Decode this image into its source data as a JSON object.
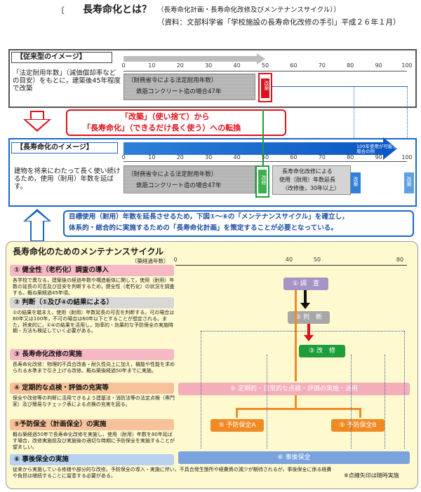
{
  "title": {
    "bracket_open": "〔",
    "main": "長寿命化とは？",
    "sub": "（長寿命化計画・長寿命化改修及びメンテナンスサイクル）〕",
    "source": "（資料：文部科学省「学校施設の長寿命化改修の手引」平成２６年１月）"
  },
  "axis_ticks": [
    "0",
    "10",
    "20",
    "30",
    "40",
    "50",
    "60",
    "70",
    "80",
    "90",
    "100"
  ],
  "old": {
    "heading": "【従来型のイメージ】",
    "desc": "「法定耐用年数」（減価償却率などの目安）をもとに，建築後45年程度で改築",
    "bar_line1": "〔財務省令による法定耐用年数〕",
    "bar_line2": "鉄筋コンクリート造の場合47年",
    "kaichiku": "改築"
  },
  "transition": {
    "line1": "「改築」（使い捨て）から",
    "line2": "「長寿命化」（できるだけ長く使う）への転換"
  },
  "new": {
    "heading": "【長寿命化のイメージ】",
    "desc": "建物を将来にわたって長く使い続けるため，使用（耐用）年数を延ばす。",
    "bar_line1": "〔財務省令による法定耐用年数〕",
    "bar_line2": "鉄筋コンクリート造の場合47年",
    "kaishu": "改修",
    "ext_line1": "長寿命化改修による",
    "ext_line2": "使用（耐用）年数延長",
    "ext_line3": "（改修後，30年以上）",
    "target": "100年使用が可能な場合の例",
    "kaichiku": "改築"
  },
  "goal": {
    "line1": "目標使用（耐用）年数を延長させるため，下図①～⑥の「メンテナンスサイクル」を確立し，",
    "line2": "体系的・総合的に実施するための「長寿命化計画」を策定することが必要となっている。"
  },
  "cycle": {
    "title": "長寿命化のためのメンテナンスサイクル",
    "axis_label": "〔築経過年数〕",
    "ticks": [
      "0",
      "40",
      "50",
      "80"
    ],
    "items": [
      {
        "head": "① 健全性（老朽化）調査の導入",
        "body": "各学校で異なる，建築後の経過年数や構造躯体に関して，使用（耐用）年数の延長の可否及び目安を判断するため，健全性（老朽化）の状況を調査する。概ね築経過45年頃。"
      },
      {
        "head": "② 判断（①及び④の結果による）",
        "body": "①の結果を踏まえ，使用（耐用）年数延長の可否を判断する。可の場合は80年又は100年，不可の場合は60年以下とすることが想定される。また，将来的に，①④の結果を活用し，効率的・効果的な予防保全の実施時期・方法も検証していく必要がある。"
      },
      {
        "head": "③ 長寿命化改修の実施",
        "body": "長寿命化改修：物理的不具合改善・耐久性向上に加え，機能や性能を求められる水準まで引き上げる改修。概ね築後経過50年までに実施。"
      },
      {
        "head": "④ 定期的な点検・評価の充実等",
        "body": "保全や改修等の判断に活用できるよう建基法・消防法等の法定点検（専門家）及び簡易なチェック表による点検の充実を図る。"
      },
      {
        "head": "⑤予防保全（計画保全）の実施",
        "body": "概ね築経過50年で長寿命化改修を実施し，使用（耐用）年数を80年延ばす場合，改修実施前及び実施後の適切な時期に予防保全を実施することが望ましい。"
      },
      {
        "head": "⑥ 事後保全の実施",
        "body": "従来から実施している修繕や部分的な改修。予防保全の導入・実施に伴い，不具合発生箇所や経費資の減少が期待されるが，事後保全に係る経費や負担は継続することに留意する必要がある。"
      }
    ],
    "flow": {
      "survey": "① 調　査",
      "judge": "② 判　断",
      "repair": "③ 改　修",
      "inspect": "④ 定期的・日常的な点検・評価の実施・活用",
      "preventA": "⑤ 予防保全A",
      "preventB": "⑤ 予防保全B",
      "after": "⑥ 事後保全"
    },
    "note": "※点線矢印は随時実施"
  },
  "colors": {
    "title_blue": "#1f4ea0",
    "red": "#e0101a",
    "blue_arrow": "#1a66c8",
    "cycle_bg": "#fff9cf",
    "head_pink": "#f6b8c4",
    "head_gray": "#d8d8d8",
    "head_orange": "#f7c29a",
    "head_blue": "#b9d2f0",
    "green": "#1e9e3a",
    "purple": "#a695c4",
    "pink_bar": "#f4aeb9",
    "blue_bar": "#7aa3de",
    "orange": "#f08a24"
  }
}
